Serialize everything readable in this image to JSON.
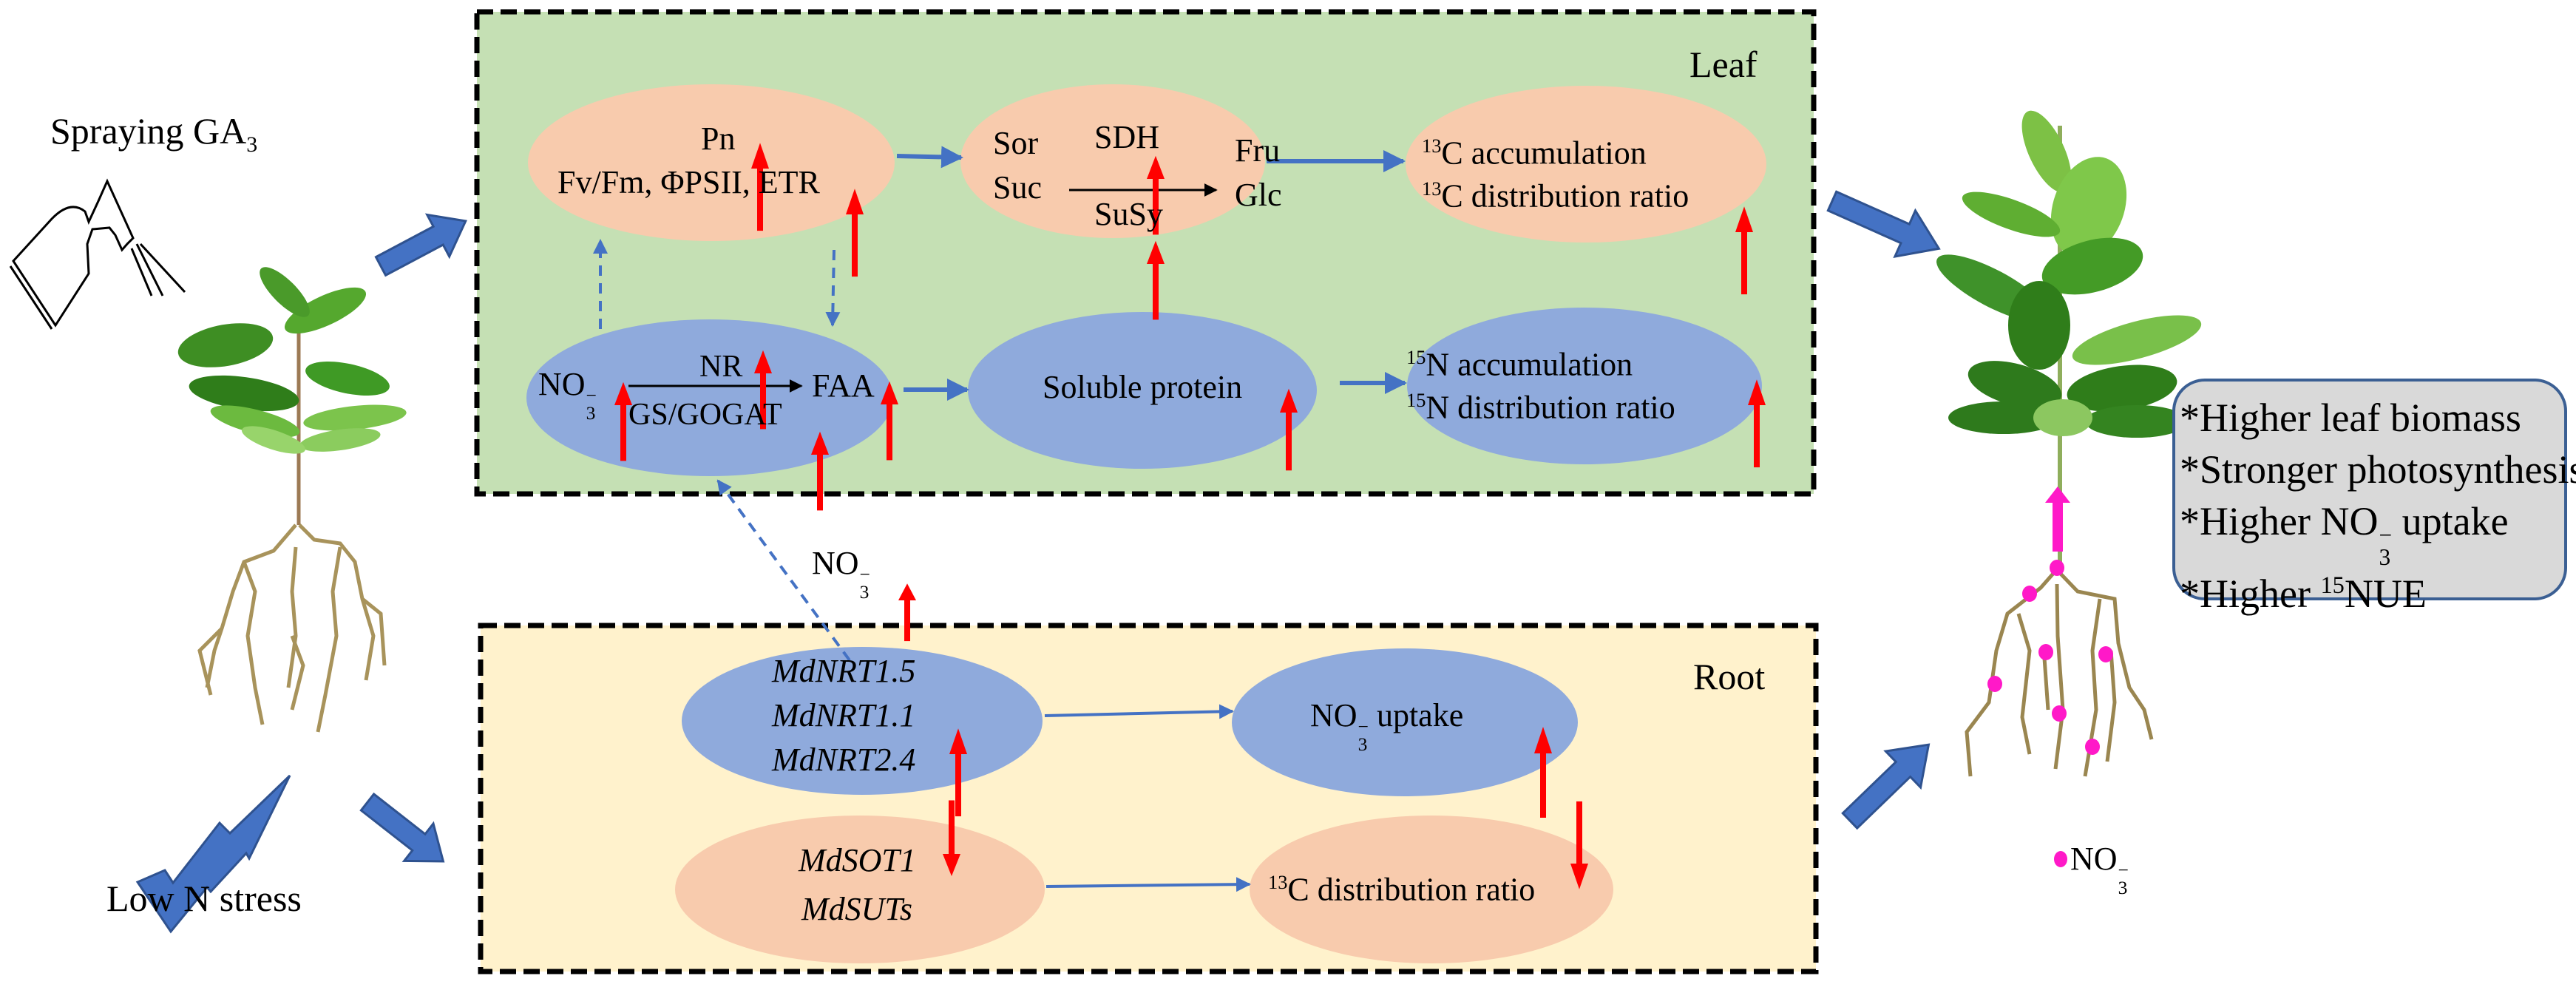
{
  "figure": {
    "type": "schematic model",
    "colors": {
      "leaf_panel_bg": "#c5e0b4",
      "root_panel_bg": "#fff2cc",
      "carbon_ellipse": "#f8cbad",
      "nitrogen_ellipse": "#8faadc",
      "arrow_blue": "#4472c4",
      "indicator_red": "#ff0000",
      "nitrate_magenta": "#ff19c8",
      "summary_bg": "#d9d9d9",
      "summary_border": "#3b5f93"
    }
  },
  "treatments": {
    "spray_label": "Spraying GA",
    "spray_sub": "3",
    "stress_label": "Low N stress"
  },
  "leaf_panel": {
    "title": "Leaf",
    "photosynthesis": {
      "line1": "Pn",
      "line2": "Fv/Fm, ΦPSII, ETR",
      "trend": "up"
    },
    "sugar_conversion": {
      "substrate1": "Sor",
      "substrate2": "Suc",
      "enzyme1": "SDH",
      "enzyme2": "SuSy",
      "product1": "Fru",
      "product2": "Glc",
      "trend_enzyme1": "up",
      "trend_enzyme2": "up"
    },
    "carbon_isotope": {
      "line1_sup": "13",
      "line1": "C accumulation",
      "line2_sup": "13",
      "line2": "C distribution ratio",
      "trend": "up"
    },
    "nitrogen_assimilation": {
      "substrate": "NO",
      "substrate_sub": "3",
      "substrate_sup": "−",
      "enzyme1": "NR",
      "enzyme2": "GS/GOGAT",
      "product": "FAA",
      "trend_substrate": "up",
      "trend_enzyme1": "up",
      "trend_enzyme2": "up",
      "trend_product": "up"
    },
    "protein": {
      "label": "Soluble protein",
      "trend": "up"
    },
    "nitrogen_isotope": {
      "line1_sup": "15",
      "line1": "N accumulation",
      "line2_sup": "15",
      "line2": "N distribution ratio",
      "trend": "up"
    }
  },
  "transport": {
    "label": "NO",
    "sub": "3",
    "sup": "−",
    "trend": "up"
  },
  "root_panel": {
    "title": "Root",
    "nitrate_transporters": {
      "genes": [
        "MdNRT1.5",
        "MdNRT1.1",
        "MdNRT2.4"
      ],
      "trend": "up"
    },
    "nitrate_uptake": {
      "label_chem": "NO",
      "sub": "3",
      "sup": "−",
      "label": " uptake",
      "trend": "up"
    },
    "sugar_transporters": {
      "genes": [
        "MdSOT1",
        "MdSUTs"
      ],
      "trend": "down"
    },
    "carbon_distribution": {
      "sup": "13",
      "label": "C distribution ratio",
      "trend": "down"
    }
  },
  "outcome": {
    "summary": [
      {
        "prefix": "*Higher leaf biomass"
      },
      {
        "prefix": "*Stronger photosynthesis"
      },
      {
        "prefix": "*Higher NO",
        "sub": "3",
        "sup": "−",
        "suffix": " uptake"
      },
      {
        "prefix": "*Higher ",
        "sup": "15",
        "suffix": "NUE"
      }
    ],
    "legend": {
      "chem": "NO",
      "sub": "3",
      "sup": "−"
    }
  }
}
